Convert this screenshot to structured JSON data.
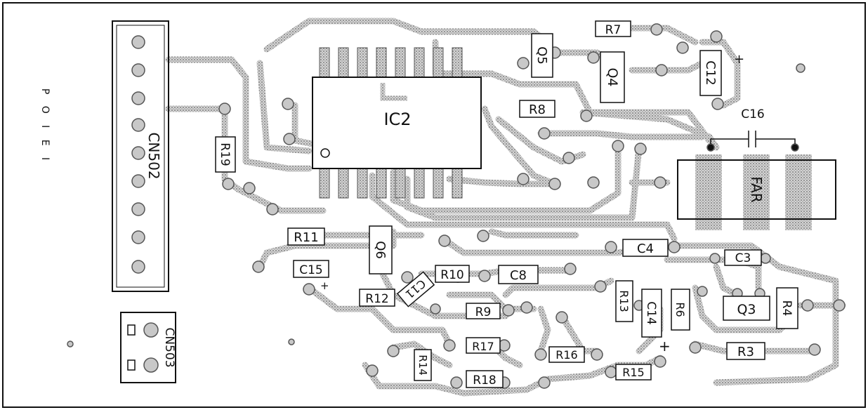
{
  "board": {
    "side_text": "P O I E I",
    "components": {
      "cn502": "CN502",
      "cn503": "CN503",
      "ic2": "IC2",
      "r19": "R19",
      "q5": "Q5",
      "r7": "R7",
      "q4": "Q4",
      "c12": "C12",
      "r8": "R8",
      "c16": "C16",
      "far": "FAR",
      "r11": "R11",
      "q6": "Q6",
      "c15": "C15",
      "r10": "R10",
      "c8": "C8",
      "c4": "C4",
      "c3": "C3",
      "r12": "R12",
      "c11": "C11",
      "r9": "R9",
      "r13": "R13",
      "c14": "C14",
      "r6": "R6",
      "q3": "Q3",
      "r4": "R4",
      "r17": "R17",
      "r14": "R14",
      "r16": "R16",
      "r3": "R3",
      "r18": "R18",
      "r15": "R15"
    },
    "polarity_mark": "+"
  }
}
